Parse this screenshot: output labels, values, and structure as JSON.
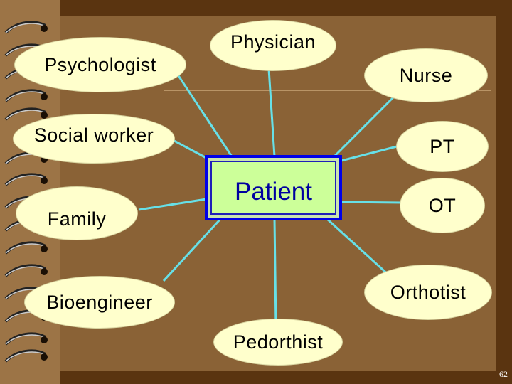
{
  "center": {
    "label": "Patient"
  },
  "nodes": [
    {
      "id": "psychologist",
      "label": "Psychologist"
    },
    {
      "id": "physician",
      "label": "Physician"
    },
    {
      "id": "nurse",
      "label": "Nurse"
    },
    {
      "id": "social-worker",
      "label": "Social worker"
    },
    {
      "id": "pt",
      "label": "PT"
    },
    {
      "id": "family",
      "label": "Family"
    },
    {
      "id": "ot",
      "label": "OT"
    },
    {
      "id": "bioengineer",
      "label": "Bioengineer"
    },
    {
      "id": "orthotist",
      "label": "Orthotist"
    },
    {
      "id": "pedorthist",
      "label": "Pedorthist"
    }
  ],
  "page_number": "62",
  "colors": {
    "node_fill": "#ffffcc",
    "connector": "#66e0e8",
    "center_border": "#0000e6",
    "center_fill": "#ccff99",
    "center_text": "#0000a0",
    "board": "#8a6236"
  }
}
